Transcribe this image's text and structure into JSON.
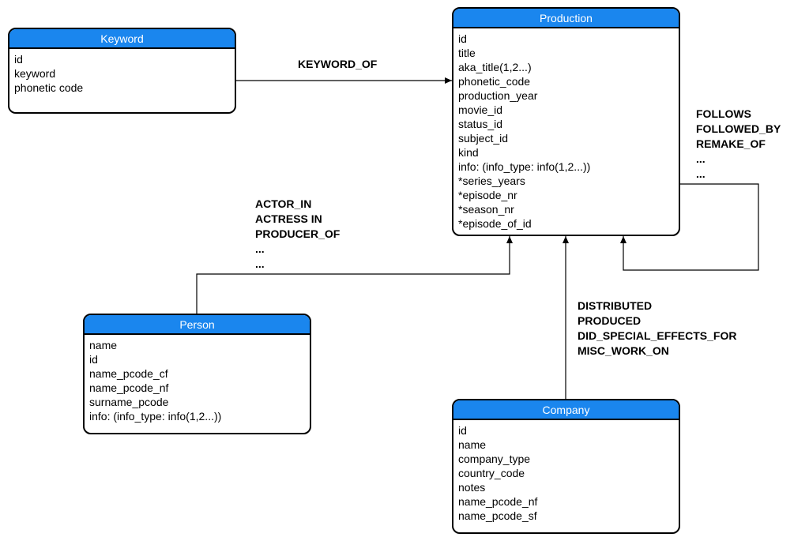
{
  "entities": {
    "keyword": {
      "title": "Keyword",
      "fields": [
        "id",
        "keyword",
        "phonetic code"
      ]
    },
    "production": {
      "title": "Production",
      "fields": [
        "id",
        "title",
        "aka_title(1,2...)",
        "phonetic_code",
        "production_year",
        "movie_id",
        "status_id",
        "subject_id",
        "kind",
        "info: (info_type: info(1,2...))",
        "*series_years",
        "*episode_nr",
        "*season_nr",
        "*episode_of_id"
      ]
    },
    "person": {
      "title": "Person",
      "fields": [
        "name",
        "id",
        "name_pcode_cf",
        "name_pcode_nf",
        "surname_pcode",
        "info: (info_type: info(1,2...))"
      ]
    },
    "company": {
      "title": "Company",
      "fields": [
        "id",
        "name",
        "company_type",
        "country_code",
        "notes",
        "name_pcode_nf",
        "name_pcode_sf"
      ]
    }
  },
  "relations": {
    "keyword_of": [
      "KEYWORD_OF"
    ],
    "person_production": [
      "ACTOR_IN",
      "ACTRESS IN",
      "PRODUCER_OF",
      "...",
      "..."
    ],
    "production_self": [
      "FOLLOWS",
      "FOLLOWED_BY",
      "REMAKE_OF",
      "...",
      "..."
    ],
    "company_production": [
      "DISTRIBUTED",
      "PRODUCED",
      "DID_SPECIAL_EFFECTS_FOR",
      "MISC_WORK_ON"
    ]
  }
}
